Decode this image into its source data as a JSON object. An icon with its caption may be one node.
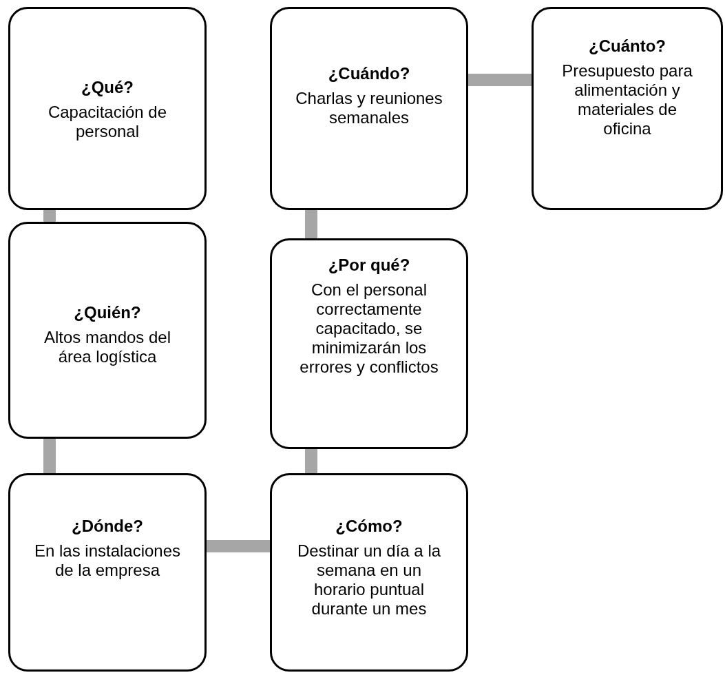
{
  "diagram": {
    "nodes": [
      {
        "text": [
          "¿Qué?",
          "Capacitación de personal"
        ]
      },
      {
        "text": [
          "¿Quién?",
          "Altos mandos del área logística"
        ]
      },
      {
        "text": [
          "¿Dónde?",
          "En las instalaciones de la empresa"
        ]
      },
      {
        "text": [
          "¿Cómo?",
          "Destinar un día a la semana en un horario puntual durante un mes"
        ]
      },
      {
        "text": [
          "¿Por qué?",
          "Con el personal correctamente capacitado, se minimizarán los errores y conflictos"
        ]
      },
      {
        "text": [
          "¿Cuándo?",
          "Charlas y reuniones semanales"
        ]
      },
      {
        "text": [
          "¿Cuánto?",
          "Presupuesto para alimentación y materiales de oficina"
        ]
      }
    ],
    "edges": [
      {
        "from": 0,
        "to": 1,
        "arrow": "none"
      },
      {
        "from": 1,
        "to": 2,
        "arrow": "none"
      },
      {
        "from": 2,
        "to": 3,
        "arrow": "none"
      },
      {
        "from": 3,
        "to": 4,
        "arrow": "none"
      },
      {
        "from": 4,
        "to": 5,
        "arrow": "none"
      },
      {
        "from": 5,
        "to": 6,
        "arrow": "none"
      }
    ]
  }
}
